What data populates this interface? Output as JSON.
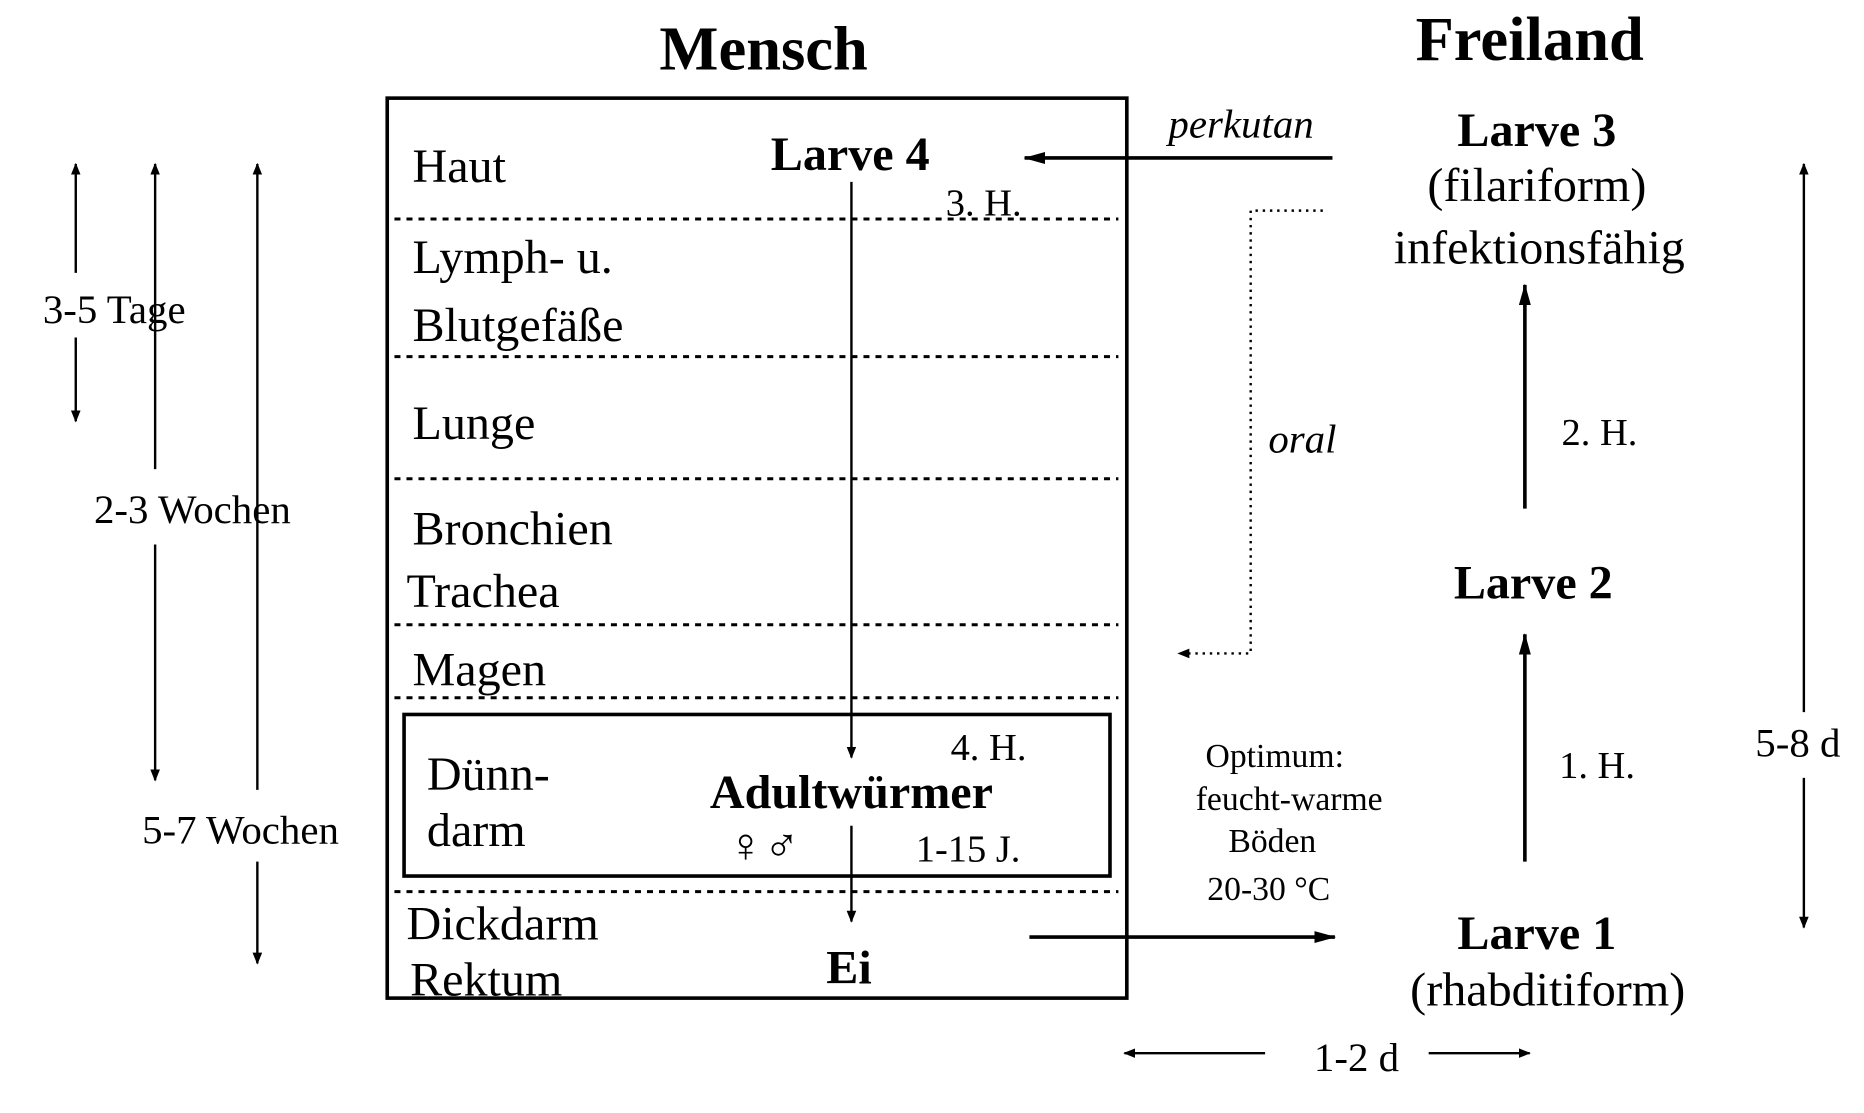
{
  "headers": {
    "human": "Mensch",
    "field": "Freiland"
  },
  "organs": {
    "skin": "Haut",
    "lymph_1": "Lymph- u.",
    "lymph_2": "Blutgefäße",
    "lung": "Lunge",
    "bronchi": "Bronchien",
    "trachea": "Trachea",
    "stomach": "Magen",
    "small_int_1": "Dünn-",
    "small_int_2": "darm",
    "large_int": "Dickdarm",
    "rectum": "Rektum"
  },
  "stages": {
    "larva4": "Larve 4",
    "molt3": "3. H.",
    "molt4": "4. H.",
    "adults": "Adultwürmer",
    "sex_symbols": "♀♂",
    "lifespan": "1-15 J.",
    "egg": "Ei",
    "larva1": "Larve 1",
    "larva1_sub": "(rhabditiform)",
    "larva2": "Larve 2",
    "larva3": "Larve 3",
    "larva3_sub1": "(filariform)",
    "larva3_sub2": "infektionsfähig",
    "molt1": "1. H.",
    "molt2": "2. H."
  },
  "routes": {
    "percutaneous": "perkutan",
    "oral": "oral"
  },
  "conditions": [
    "Optimum:",
    "feucht-warme",
    "Böden",
    "20-30 °C"
  ],
  "durations": {
    "d1": "3-5 Tage",
    "d2": "2-3 Wochen",
    "d3": "5-7 Wochen",
    "field_total": "5-8 d",
    "hatch": "1-2 d"
  }
}
